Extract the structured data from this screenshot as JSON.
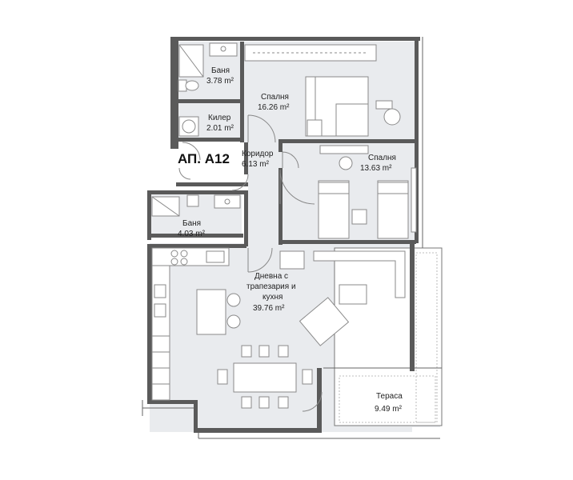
{
  "apartment_label": "АП. А12",
  "rooms": {
    "bath1": {
      "name": "Баня",
      "area": "3.78 m²"
    },
    "closet": {
      "name": "Килер",
      "area": "2.01 m²"
    },
    "bedroom1": {
      "name": "Спалня",
      "area": "16.26 m²"
    },
    "corridor": {
      "name": "Коридор",
      "area": "6.13 m²"
    },
    "bedroom2": {
      "name": "Спалня",
      "area": "13.63 m²"
    },
    "bath2": {
      "name": "Баня",
      "area": "4.03 m²"
    },
    "living": {
      "name_line1": "Дневна с",
      "name_line2": "трапезария и",
      "name_line3": "кухня",
      "area": "39.76 m²"
    },
    "terrace": {
      "name": "Тераса",
      "area": "9.49 m²"
    }
  },
  "colors": {
    "room_fill": "#e9ebee",
    "wall": "#5a5a5a",
    "furniture": "#8a8a8a"
  }
}
